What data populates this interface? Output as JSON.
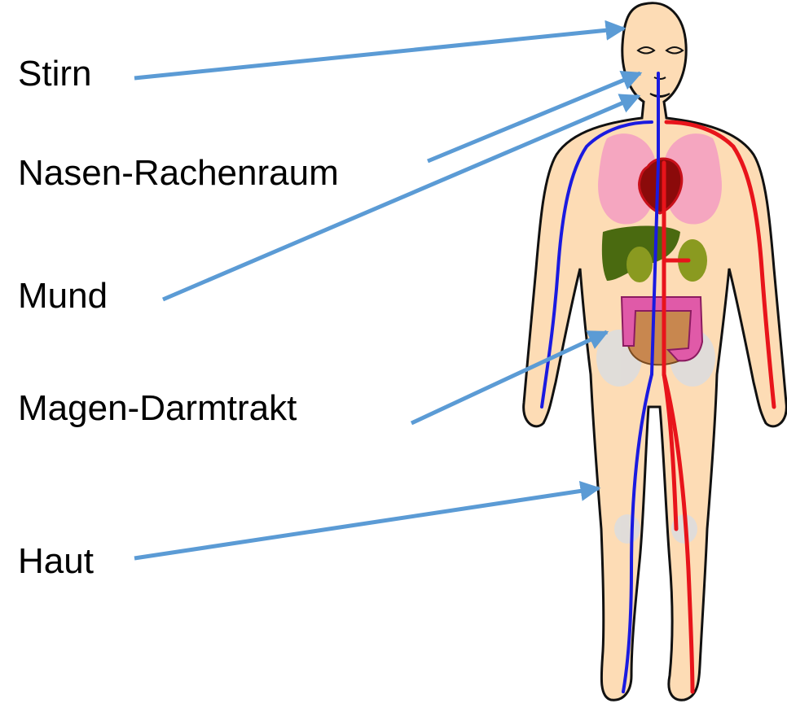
{
  "labels": [
    {
      "id": "stirn",
      "text": "Stirn"
    },
    {
      "id": "nasen",
      "text": "Nasen-Rachenraum"
    },
    {
      "id": "mund",
      "text": "Mund"
    },
    {
      "id": "magen",
      "text": "Magen-Darmtrakt"
    },
    {
      "id": "haut",
      "text": "Haut"
    }
  ],
  "colors": {
    "arrow": "#5b9bd5",
    "skin": "#fddcb5",
    "outline": "#111111",
    "artery": "#e8141b",
    "vein": "#1a1ae0",
    "lung": "#f5a6c0",
    "heart": "#8b0a0a",
    "liver": "#4a6a10",
    "kidney": "#8a9a20",
    "intestine_small": "#c8874f",
    "intestine_large": "#e05aa8",
    "bone": "#dddddd"
  }
}
